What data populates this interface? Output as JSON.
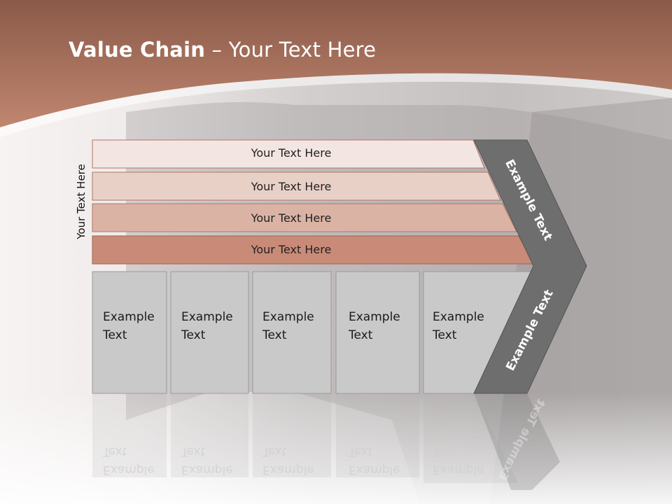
{
  "slide": {
    "title_bold": "Value Chain",
    "title_rest": " – Your Text Here",
    "vertical_label": "Your Text Here",
    "bars": [
      {
        "label": "Your Text Here",
        "color": "#f3e6e2"
      },
      {
        "label": "Your Text Here",
        "color": "#e9d0c7"
      },
      {
        "label": "Your Text Here",
        "color": "#dbb3a5"
      },
      {
        "label": "Your Text Here",
        "color": "#c98b78"
      }
    ],
    "boxes": [
      {
        "line1": "Example",
        "line2": "Text"
      },
      {
        "line1": "Example",
        "line2": "Text"
      },
      {
        "line1": "Example",
        "line2": "Text"
      },
      {
        "line1": "Example",
        "line2": "Text"
      },
      {
        "line1": "Example",
        "line2": "Text"
      }
    ],
    "chevron_top_label": "Example Text",
    "chevron_bottom_label": "Example Text",
    "colors": {
      "header": "#b57a65",
      "chevron": "#6e6e6e",
      "box": "#c9c9c9"
    }
  }
}
